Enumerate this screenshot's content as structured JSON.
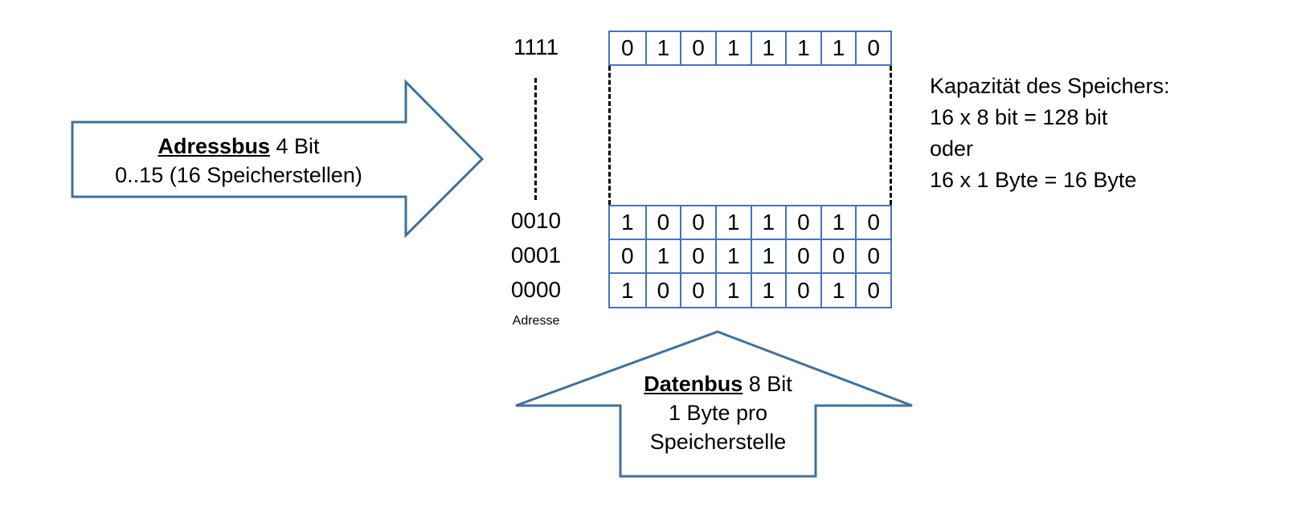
{
  "address_bus": {
    "title": "Adressbus",
    "suffix": " 4 Bit",
    "line2": "0..15 (16 Speicherstellen)"
  },
  "data_bus": {
    "title": "Datenbus",
    "suffix": " 8 Bit",
    "line2": "1 Byte pro",
    "line3": "Speicherstelle"
  },
  "memory": {
    "address_caption": "Adresse",
    "rows": [
      {
        "address": "1111",
        "bits": [
          "0",
          "1",
          "0",
          "1",
          "1",
          "1",
          "1",
          "0"
        ]
      },
      {
        "address": "0010",
        "bits": [
          "1",
          "0",
          "0",
          "1",
          "1",
          "0",
          "1",
          "0"
        ]
      },
      {
        "address": "0001",
        "bits": [
          "0",
          "1",
          "0",
          "1",
          "1",
          "0",
          "0",
          "0"
        ]
      },
      {
        "address": "0000",
        "bits": [
          "1",
          "0",
          "0",
          "1",
          "1",
          "0",
          "1",
          "0"
        ]
      }
    ]
  },
  "capacity": {
    "lines": [
      "Kapazität des Speichers:",
      "16 x 8 bit = 128 bit",
      "oder",
      "16 x 1 Byte = 16 Byte"
    ]
  },
  "colors": {
    "grid_blue": "#4472C4",
    "arrow_blue": "#41719C",
    "dash_black": "#000000"
  }
}
